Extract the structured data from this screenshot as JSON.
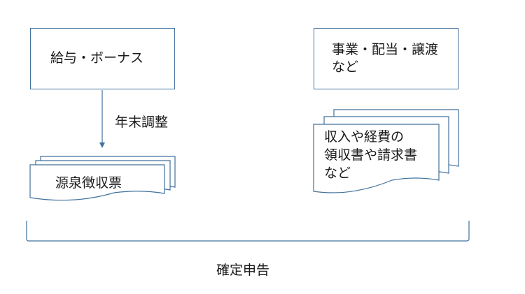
{
  "diagram": {
    "salary_box": {
      "label": "給与・ボーナス"
    },
    "business_box": {
      "line1": "事業・配当・譲渡",
      "line2": "など"
    },
    "arrow_label": "年末調整",
    "withholding_doc": {
      "label": "源泉徴収票"
    },
    "receipts_doc": {
      "line1": "収入や経費の",
      "line2": "領収書や請求書",
      "line3": "など"
    },
    "bracket_label": "確定申告",
    "colors": {
      "stroke": "#41719c",
      "text": "#1a1a1a",
      "background": "#ffffff"
    }
  }
}
